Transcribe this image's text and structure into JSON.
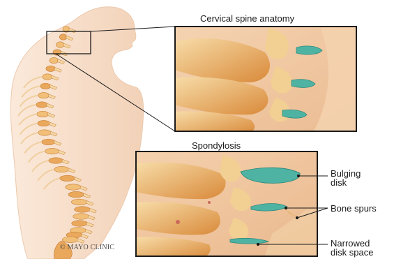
{
  "top_panel": {
    "title": "Cervical spine anatomy"
  },
  "bottom_panel": {
    "title": "Spondylosis"
  },
  "callouts": {
    "bulging_disk": {
      "line1": "Bulging",
      "line2": "disk"
    },
    "bone_spurs": {
      "line1": "Bone spurs"
    },
    "narrowed_disk": {
      "line1": "Narrowed",
      "line2": "disk space"
    }
  },
  "copyright": "© MAYO CLINIC",
  "colors": {
    "skin": "#f6dfc8",
    "bone": "#e8a65a",
    "bone_light": "#f5d79f",
    "disk": "#4fb3a3",
    "frame": "#1a1a1a"
  }
}
